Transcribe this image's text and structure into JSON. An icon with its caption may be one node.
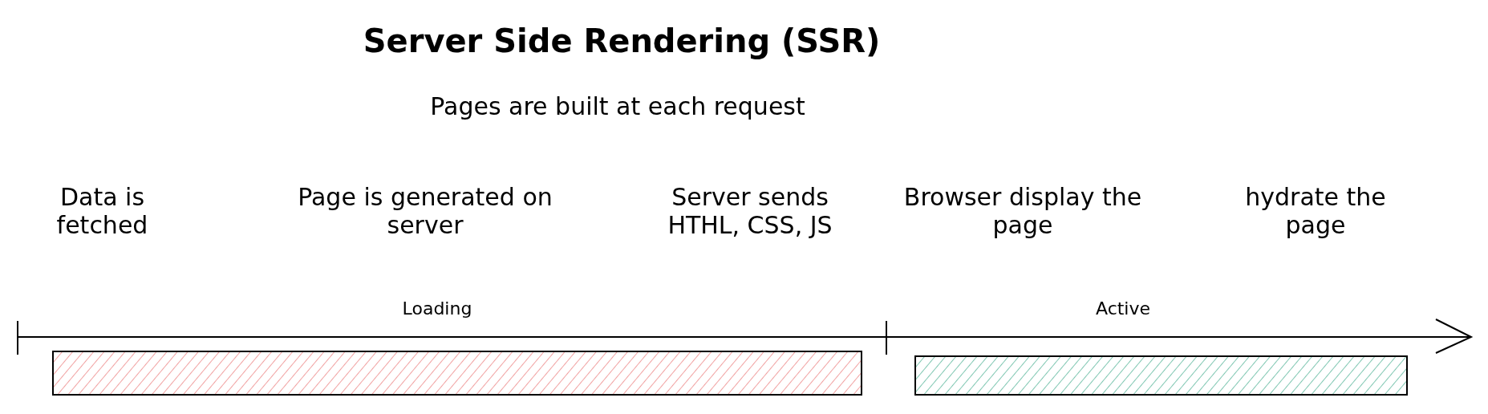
{
  "diagram": {
    "title": "Server Side Rendering (SSR)",
    "nodes": [
      {
        "text": [],
        "shape": "bar",
        "beside": [
          "Loading"
        ]
      },
      {
        "text": [],
        "shape": "bar",
        "beside": [
          "Active"
        ]
      }
    ],
    "labels": [
      "Pages are built at each request",
      "Data is fetched",
      "Page is generated on server",
      "Server sends HTHL, CSS, JS",
      "Browser display the page",
      "hydrate the page"
    ]
  }
}
